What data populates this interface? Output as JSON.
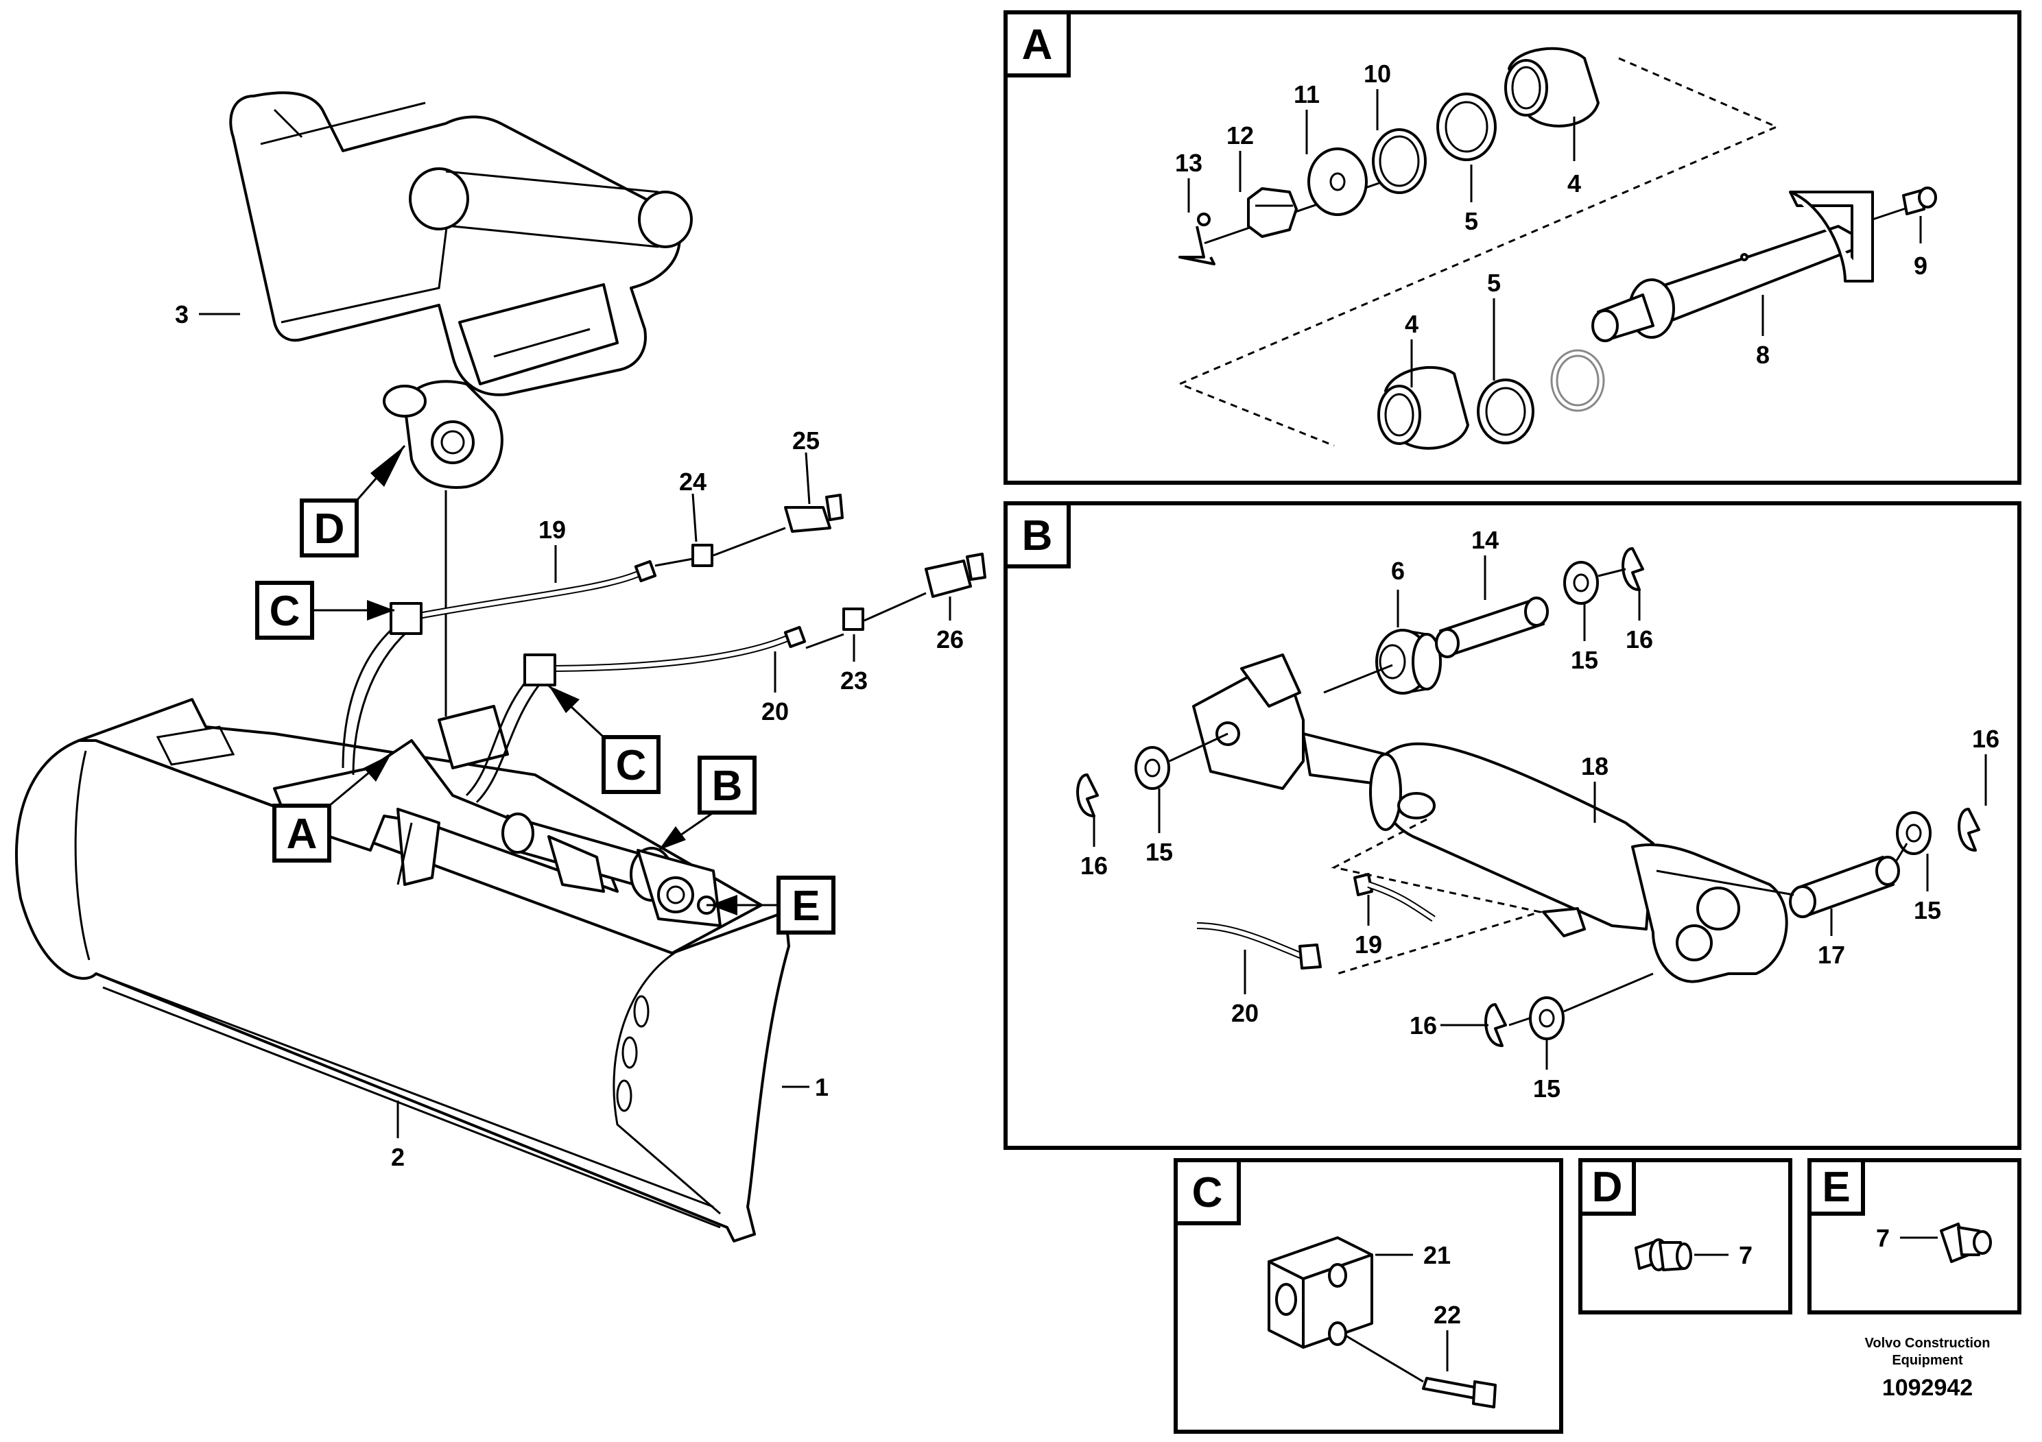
{
  "panels": {
    "A": {
      "label": "A"
    },
    "B": {
      "label": "B"
    },
    "C": {
      "label": "C"
    },
    "D": {
      "label": "D"
    },
    "E": {
      "label": "E"
    }
  },
  "main_callouts": {
    "A": "A",
    "B": "B",
    "C1": "C",
    "C2": "C",
    "D": "D",
    "E": "E"
  },
  "main_labels": {
    "p1": "1",
    "p2": "2",
    "p3": "3",
    "p19": "19",
    "p20": "20",
    "p23": "23",
    "p24": "24",
    "p25": "25",
    "p26": "26"
  },
  "panel_a_labels": {
    "p4a": "4",
    "p4b": "4",
    "p5a": "5",
    "p5b": "5",
    "p8": "8",
    "p9": "9",
    "p10": "10",
    "p11": "11",
    "p12": "12",
    "p13": "13"
  },
  "panel_b_labels": {
    "p6": "6",
    "p14": "14",
    "p15a": "15",
    "p15b": "15",
    "p15c": "15",
    "p15d": "15",
    "p16a": "16",
    "p16b": "16",
    "p16c": "16",
    "p16d": "16",
    "p17": "17",
    "p18": "18",
    "p19": "19",
    "p20": "20"
  },
  "panel_c_labels": {
    "p21": "21",
    "p22": "22"
  },
  "panel_d_labels": {
    "p7": "7"
  },
  "panel_e_labels": {
    "p7": "7"
  },
  "footer": {
    "company_line1": "Volvo Construction",
    "company_line2": "Equipment",
    "doc_number": "1092942"
  }
}
